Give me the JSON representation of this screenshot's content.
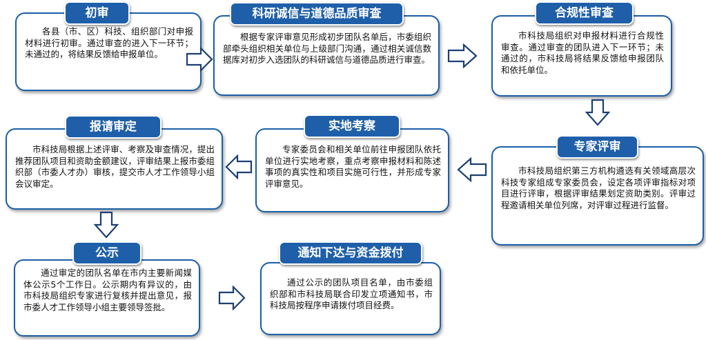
{
  "steps": {
    "s1": {
      "title": "初审",
      "text": "各县（市、区）科技、组织部门对申报材料进行初审。通过审查的进入下一环节；未通过的，将结果反馈给申报单位。"
    },
    "s2": {
      "title": "科研诚信与道德品质审查",
      "text": "根据专家评审意见形成初步团队名单后，市委组织部牵头组织相关单位与上级部门沟通，通过相关诚信数据库对初步入选团队的科研诚信与道德品质进行审查。"
    },
    "s3": {
      "title": "合规性审查",
      "text": "市科技局组织对申报材料进行合规性审查。通过审查的团队进入下一环节；未通过的，市科技局将结果反馈给申报团队和依托单位。"
    },
    "s4": {
      "title": "专家评审",
      "text": "市科技局组织第三方机构遴选有关领域高层次科技专家组成专家委员会，设定各项评审指标对项目进行评审，根据评审结果划定资助类别。评审过程邀请相关单位列席，对评审过程进行监督。"
    },
    "s5": {
      "title": "实地考察",
      "text": "专家委员会和相关单位前往申报团队依托单位进行实地考察，重点考察申报材料和陈述事项的真实性和项目实施可行性，并形成专家评审意见。"
    },
    "s6": {
      "title": "报请审定",
      "text": "市科技局根据上述评审、考察及审查情况，提出推荐团队项目和资助金额建议，评审结果上报市委组织部（市委人才办）审核，提交市人才工作领导小组会议审定。"
    },
    "s7": {
      "title": "公示",
      "text": "通过审定的团队名单在市内主要新闻媒体公示5个工作日。公示期内有异议的，由市科技局组织专家进行复核并提出意见，报市委人才工作领导小组主要领导签批。"
    },
    "s8": {
      "title": "通知下达与资金拨付",
      "text": "通过公示的团队项目名单，由市委组织部和市科技局联合印发立项通知书，市科技局按程序申请拨付项目经费。"
    }
  },
  "colors": {
    "accent": "#1f5fa9",
    "border": "#1a5ea8",
    "arrow": "#1a3f73"
  }
}
